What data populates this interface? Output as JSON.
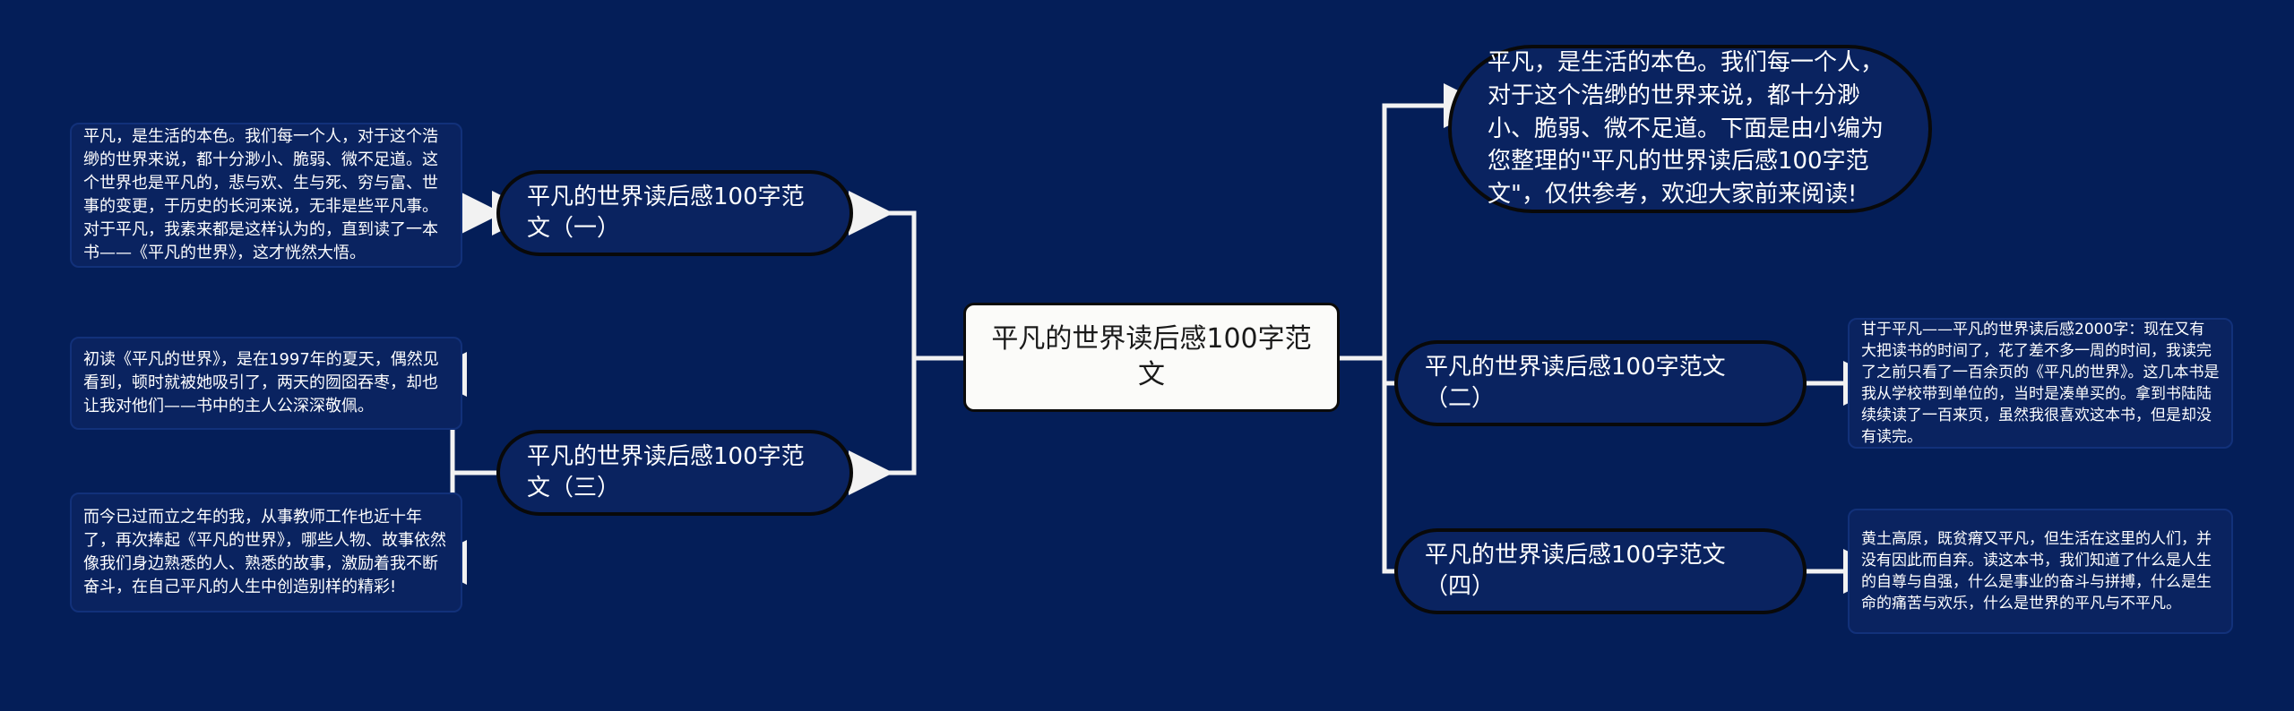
{
  "diagram": {
    "type": "mind-map",
    "background_color": "#041e58",
    "node_fill_color": "#0a2360",
    "node_border_color": "#090909",
    "root_fill_color": "#fbfbf9",
    "root_text_color": "#1a1a1a",
    "text_color": "#ffffff",
    "connector_color": "#f2f2f2"
  },
  "root": {
    "label": "平凡的世界读后感100字范文"
  },
  "branches": {
    "left": [
      {
        "label": "平凡的世界读后感100字范文（一）"
      },
      {
        "label": "平凡的世界读后感100字范文（三）"
      }
    ],
    "right": [
      {
        "label": "平凡的世界读后感100字范文（二）"
      },
      {
        "label": "平凡的世界读后感100字范文（四）"
      }
    ]
  },
  "summary": {
    "text": "平凡，是生活的本色。我们每一个人，对于这个浩缈的世界来说，都十分渺小、脆弱、微不足道。下面是由小编为您整理的\"平凡的世界读后感100字范文\"，仅供参考，欢迎大家前来阅读!"
  },
  "leaves": {
    "left_1": {
      "text": "平凡，是生活的本色。我们每一个人，对于这个浩缈的世界来说，都十分渺小、脆弱、微不足道。这个世界也是平凡的，悲与欢、生与死、穷与富、世事的变更，于历史的长河来说，无非是些平凡事。对于平凡，我素来都是这样认为的，直到读了一本书——《平凡的世界》，这才恍然大悟。"
    },
    "left_2": {
      "text": "初读《平凡的世界》，是在1997年的夏天，偶然见看到，顿时就被她吸引了，两天的囫囵吞枣，却也让我对他们——书中的主人公深深敬佩。"
    },
    "left_3": {
      "text": "而今已过而立之年的我，从事教师工作也近十年了，再次捧起《平凡的世界》，哪些人物、故事依然像我们身边熟悉的人、熟悉的故事，激励着我不断奋斗，在自己平凡的人生中创造别样的精彩!"
    },
    "right_1": {
      "text": "甘于平凡——平凡的世界读后感2000字：现在又有大把读书的时间了，花了差不多一周的时间，我读完了之前只看了一百余页的《平凡的世界》。这几本书是我从学校带到单位的，当时是凑单买的。拿到书陆陆续续读了一百来页，虽然我很喜欢这本书，但是却没有读完。"
    },
    "right_2": {
      "text": "黄土高原，既贫瘠又平凡，但生活在这里的人们，并没有因此而自弃。读这本书，我们知道了什么是人生的自尊与自强，什么是事业的奋斗与拼搏，什么是生命的痛苦与欢乐，什么是世界的平凡与不平凡。"
    }
  }
}
